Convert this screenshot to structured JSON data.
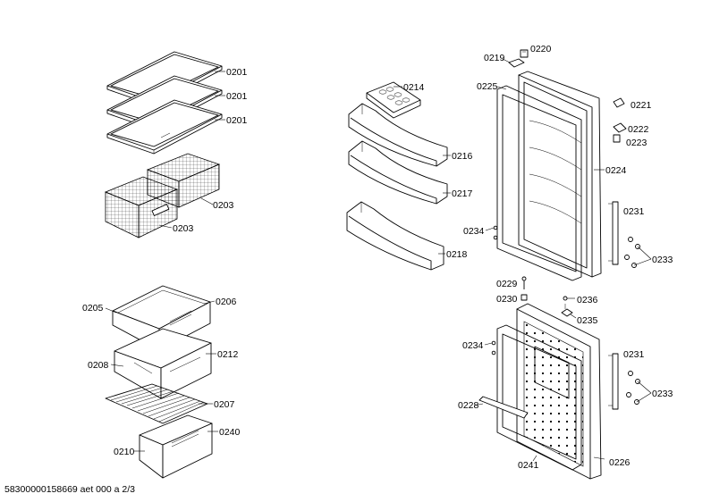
{
  "labels": {
    "l0201a": "0201",
    "l0201b": "0201",
    "l0201c": "0201",
    "l0203a": "0203",
    "l0203b": "0203",
    "l0205": "0205",
    "l0206": "0206",
    "l0208": "0208",
    "l0212": "0212",
    "l0207": "0207",
    "l0210": "0210",
    "l0240": "0240",
    "l0214": "0214",
    "l0216": "0216",
    "l0217": "0217",
    "l0218": "0218",
    "l0219": "0219",
    "l0220": "0220",
    "l0225": "0225",
    "l0221": "0221",
    "l0222": "0222",
    "l0223": "0223",
    "l0224": "0224",
    "l0231a": "0231",
    "l0234a": "0234",
    "l0233a": "0233",
    "l0229": "0229",
    "l0230": "0230",
    "l0236": "0236",
    "l0235": "0235",
    "l0234b": "0234",
    "l0231b": "0231",
    "l0233b": "0233",
    "l0228": "0228",
    "l0241": "0241",
    "l0226": "0226"
  },
  "footer": "58300000158669 aet 000 a 2/3"
}
